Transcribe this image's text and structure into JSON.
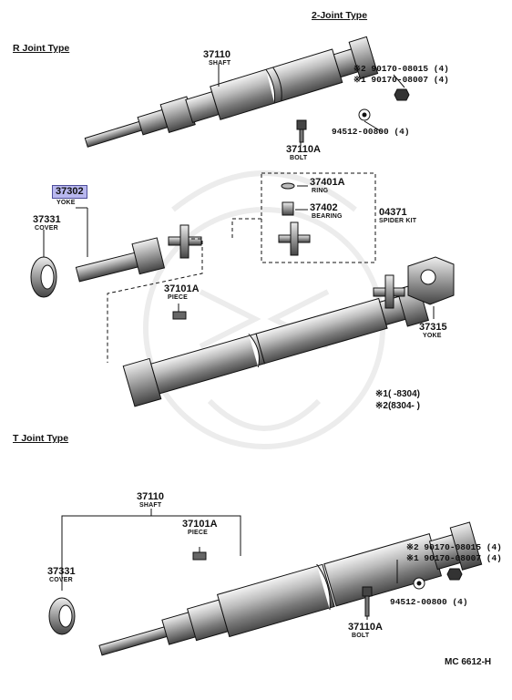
{
  "titles": {
    "two_joint": "2-Joint Type",
    "r_joint": "R Joint Type",
    "t_joint": "T Joint Type"
  },
  "r_section": {
    "shaft_num": "37110",
    "shaft_name": "SHAFT",
    "bolt_num": "37110A",
    "bolt_name": "BOLT",
    "nut_ref2": "※2 90170-08015 (4)",
    "nut_ref1": "※1 90170-08007 (4)",
    "washer_ref": "94512-00800 (4)"
  },
  "middle": {
    "yoke_num": "37302",
    "yoke_name": "YOKE",
    "cover_num": "37331",
    "cover_name": "COVER",
    "ring_num": "37401A",
    "ring_name": "RING",
    "bearing_num": "37402",
    "bearing_name": "BEARING",
    "spider_num": "04371",
    "spider_name": "SPIDER KIT",
    "piece_num": "37101A",
    "piece_name": "PIECE",
    "yoke2_num": "37315",
    "yoke2_name": "YOKE",
    "note1": "※1(     -8304)",
    "note2": "※2(8304-     )"
  },
  "t_section": {
    "shaft_num": "37110",
    "shaft_name": "SHAFT",
    "piece_num": "37101A",
    "piece_name": "PIECE",
    "cover_num": "37331",
    "cover_name": "COVER",
    "bolt_num": "37110A",
    "bolt_name": "BOLT",
    "nut_ref2": "※2 90170-08015 (4)",
    "nut_ref1": "※1 90170-08007 (4)",
    "washer_ref": "94512-00800 (4)"
  },
  "footer": {
    "code": "MC 6612-H"
  }
}
